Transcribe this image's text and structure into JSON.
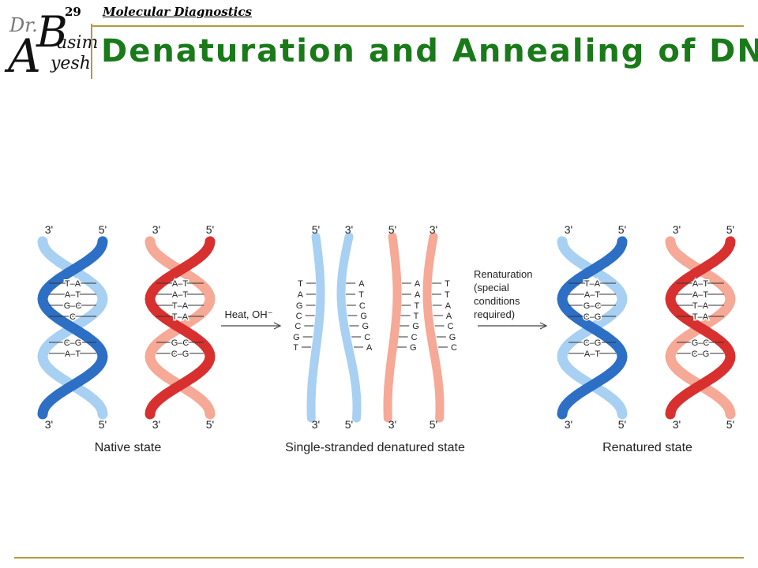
{
  "header": {
    "slide_number": "29",
    "course": "Molecular Diagnostics",
    "logo": {
      "dr": "Dr.",
      "b": "B",
      "asim": "asim",
      "a": "A",
      "yesh": "yesh"
    },
    "title": "Denaturation and Annealing of DNA"
  },
  "colors": {
    "title_green": "#1a7a1a",
    "rule_gold": "#b89a3c",
    "blue_strand": "#2d6fc4",
    "red_strand": "#d8302f",
    "light_blue": "#a8d0f2",
    "light_red": "#f5a996"
  },
  "diagram": {
    "native_label": "Native state",
    "single_label": "Single-stranded denatured state",
    "renatured_label": "Renatured state",
    "arrow1_label": "Heat, OH⁻",
    "arrow2_lines": [
      "Renaturation",
      "(special",
      "conditions",
      "required)"
    ],
    "end_labels": {
      "three": "3'",
      "five": "5'"
    },
    "blue_pairs_top": [
      "T–A",
      "A–T",
      "G–C",
      "C"
    ],
    "blue_pairs_bottom": [
      "C–G",
      "A–T"
    ],
    "red_pairs_top": [
      "A–T",
      "A–T",
      "T–A",
      "T–A"
    ],
    "red_pairs_bottom": [
      "G–C",
      "C–G"
    ],
    "renat_blue_pairs_top": [
      "T–A",
      "A–T",
      "G–C",
      "C–G"
    ],
    "renat_blue_pairs_bottom": [
      "C–G",
      "A–T"
    ],
    "renat_red_pairs_top": [
      "A–T",
      "A–T",
      "T–A",
      "T–A"
    ],
    "renat_red_pairs_bottom": [
      "G–C",
      "C–G"
    ],
    "strand1_bases": [
      "T",
      "A",
      "G",
      "C",
      "C",
      "G",
      "T"
    ],
    "strand2_bases": [
      "A",
      "T",
      "C",
      "G",
      "G",
      "C",
      "A"
    ],
    "strand3_bases": [
      "A",
      "A",
      "T",
      "T",
      "G",
      "C",
      "G"
    ],
    "strand4_bases": [
      "T",
      "T",
      "A",
      "A",
      "C",
      "G",
      "C"
    ]
  }
}
